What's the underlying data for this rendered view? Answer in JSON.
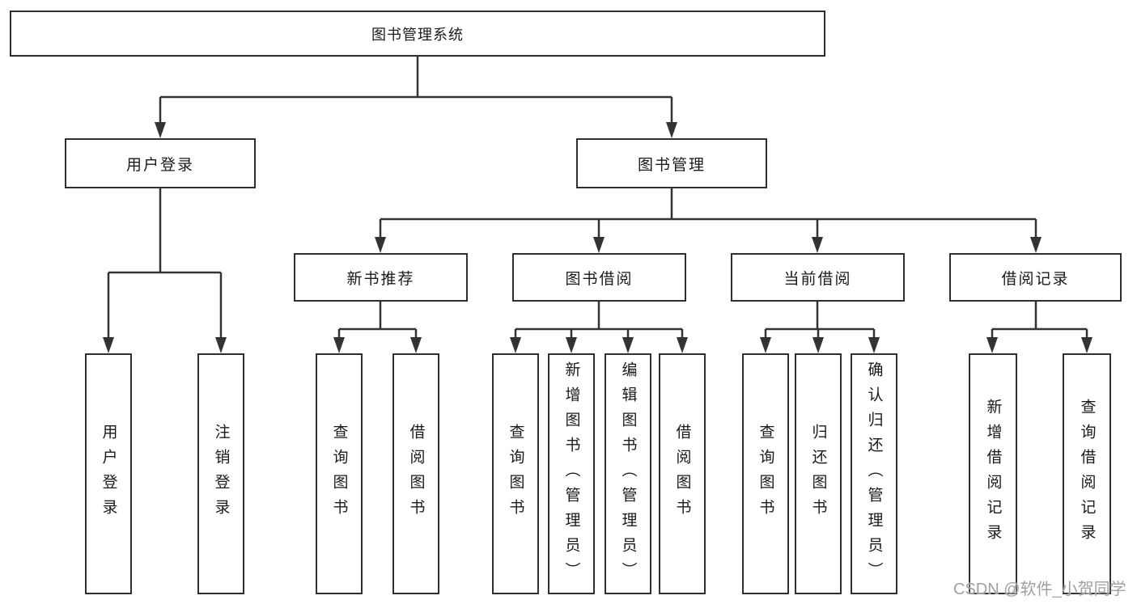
{
  "title": "图书管理系统",
  "level2": {
    "user_login": "用户登录",
    "book_mgmt": "图书管理"
  },
  "level3": {
    "new_books": "新书推荐",
    "book_borrow": "图书借阅",
    "current_borrow": "当前借阅",
    "borrow_records": "借阅记录"
  },
  "leaves": {
    "user_login_1": "用户登录",
    "user_login_2": "注销登录",
    "new_books_1": "查询图书",
    "new_books_2": "借阅图书",
    "book_borrow_1": "查询图书",
    "book_borrow_2": "新增图书（管理员）",
    "book_borrow_3": "编辑图书（管理员）",
    "book_borrow_4": "借阅图书",
    "current_1": "查询图书",
    "current_2": "归还图书",
    "current_3": "确认归还（管理员）",
    "records_1": "新增借阅记录",
    "records_2": "查询借阅记录"
  },
  "watermark": "CSDN @软件_小贺同学",
  "colors": {
    "line": "#333333",
    "border": "#2f2f2f",
    "text": "#1a1a1a",
    "watermark": "#a0a0a0",
    "background": "#ffffff"
  }
}
